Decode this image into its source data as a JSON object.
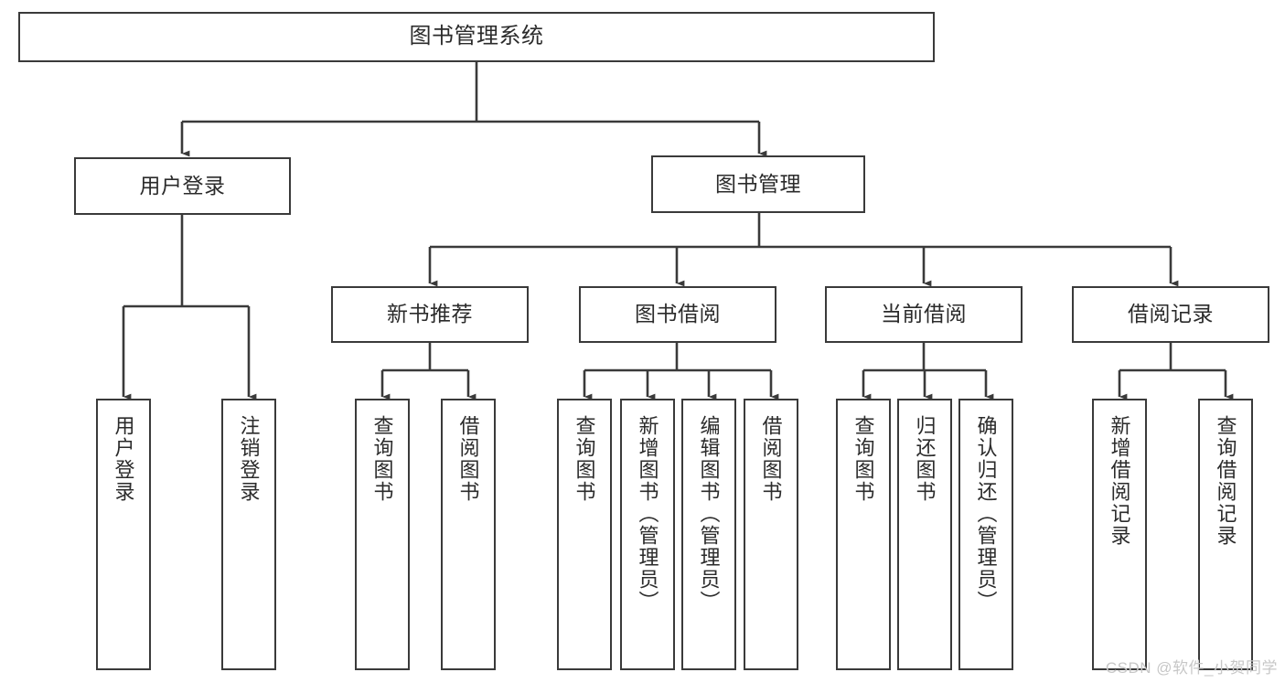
{
  "diagram": {
    "type": "tree",
    "title": "图书管理系统",
    "watermark": "CSDN @软件_小贺同学",
    "colors": {
      "box_border": "#3a3a3a",
      "box_fill": "#ffffff",
      "connector": "#3a3a3a",
      "text": "#2b2b2b",
      "watermark": "#c7c7c7",
      "background": "#ffffff"
    },
    "nodes": {
      "root": {
        "label": "图书管理系统"
      },
      "level2": {
        "user_login": {
          "label": "用户登录"
        },
        "book_manage": {
          "label": "图书管理"
        }
      },
      "level3": {
        "new_book_rec": {
          "label": "新书推荐"
        },
        "book_borrow": {
          "label": "图书借阅"
        },
        "current_borrow": {
          "label": "当前借阅"
        },
        "borrow_record": {
          "label": "借阅记录"
        }
      },
      "leaves": {
        "user_login": [
          {
            "label": "用户登录"
          },
          {
            "label": "注销登录"
          }
        ],
        "new_book_rec": [
          {
            "label": "查询图书"
          },
          {
            "label": "借阅图书"
          }
        ],
        "book_borrow": [
          {
            "label": "查询图书"
          },
          {
            "label": "新增图书（管理员）"
          },
          {
            "label": "编辑图书（管理员）"
          },
          {
            "label": "借阅图书"
          }
        ],
        "current_borrow": [
          {
            "label": "查询图书"
          },
          {
            "label": "归还图书"
          },
          {
            "label": "确认归还（管理员）"
          }
        ],
        "borrow_record": [
          {
            "label": "新增借阅记录"
          },
          {
            "label": "查询借阅记录"
          }
        ]
      }
    }
  }
}
